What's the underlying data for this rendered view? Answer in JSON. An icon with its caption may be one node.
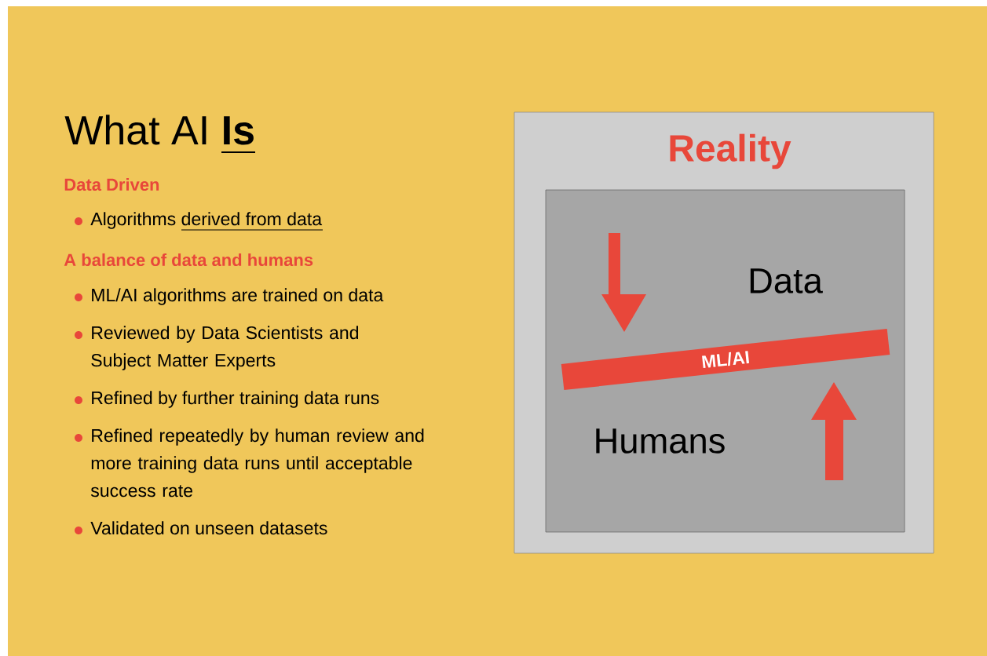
{
  "diagram": {
    "title": "What AI **Is**",
    "nodes": [
      {
        "text": [
          "Reality"
        ]
      },
      {
        "text": [
          "Data",
          "Humans"
        ],
        "in": 0
      },
      {
        "text": [
          "ML/AI"
        ],
        "in": 1
      }
    ],
    "labels": [
      "Data Driven",
      "Algorithms derived from data",
      "A balance of data and humans",
      "ML/AI algorithms are trained on data",
      "Reviewed by Data Scientists and Subject Matter Experts",
      "Refined by further training data runs",
      "Refined repeatedly by human review and more training data runs until acceptable success rate",
      "Validated on unseen datasets"
    ]
  }
}
